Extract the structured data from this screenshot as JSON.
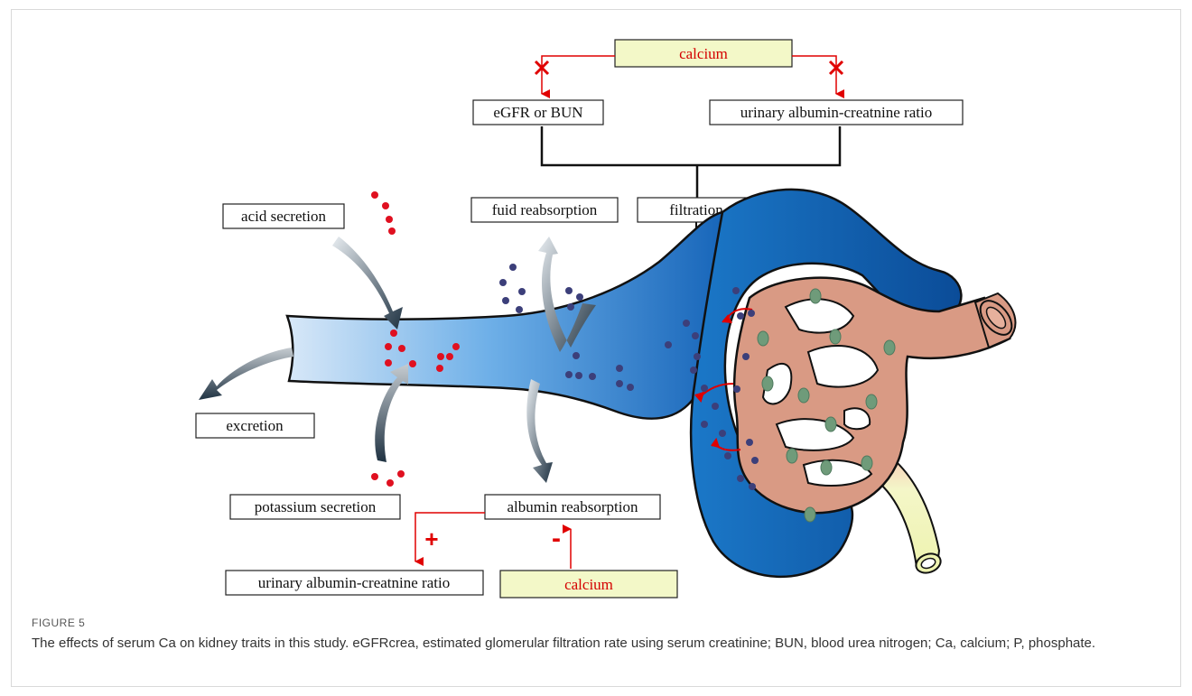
{
  "diagram": {
    "calcium_top": "calcium",
    "calcium_bottom": "calcium",
    "egfr_bun": "eGFR or BUN",
    "uacr_top": "urinary albumin-creatnine ratio",
    "uacr_bottom": "urinary albumin-creatnine ratio",
    "filtration": "filtration",
    "fluid_reabsorption": "fuid reabsorption",
    "acid_secretion": "acid secretion",
    "excretion": "excretion",
    "potassium_secretion": "potassium secretion",
    "albumin_reabsorption": "albumin reabsorption",
    "plus_sign": "+",
    "minus_sign": "-",
    "colors": {
      "calcium_box_fill": "#f3f8c8",
      "effect_red": "#e00000",
      "tubule_blue": "#1a74c2",
      "glomerulus_pink": "#d99a84",
      "cell_green": "#6f9b7a",
      "calcium_dot": "#e01020",
      "dark_dot": "#3c3f7a"
    }
  },
  "caption": {
    "label": "FIGURE 5",
    "text": "The effects of serum Ca on kidney traits in this study. eGFRcrea, estimated glomerular filtration rate using serum creatinine; BUN, blood urea nitrogen; Ca, calcium; P, phosphate."
  }
}
